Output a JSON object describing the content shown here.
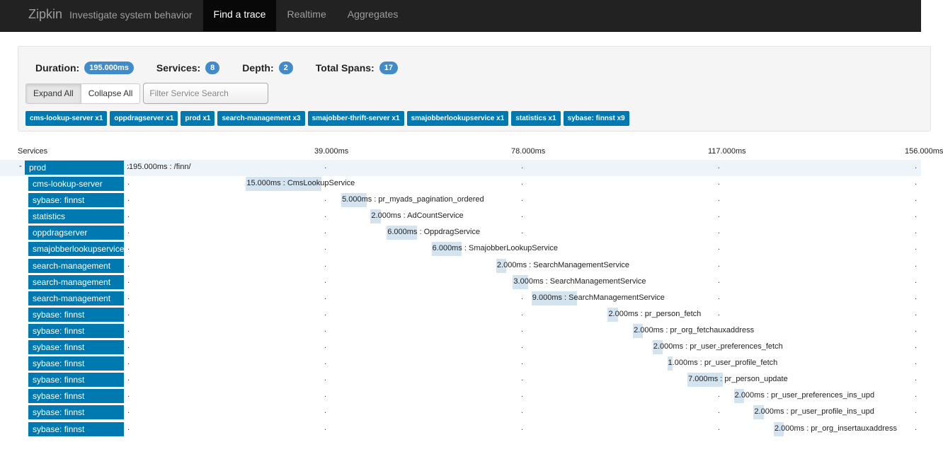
{
  "nav": {
    "brand": "Zipkin",
    "subtitle": "Investigate system behavior",
    "items": [
      "Find a trace",
      "Realtime",
      "Aggregates"
    ]
  },
  "summary": {
    "duration_label": "Duration:",
    "duration": "195.000ms",
    "services_label": "Services:",
    "services": "8",
    "depth_label": "Depth:",
    "depth": "2",
    "spans_label": "Total Spans:",
    "spans": "17",
    "expand_all": "Expand All",
    "collapse_all": "Collapse All",
    "filter_placeholder": "Filter Service Search",
    "tags": [
      "cms-lookup-server x1",
      "oppdragserver x1",
      "prod x1",
      "search-management x3",
      "smajobber-thrift-server x1",
      "smajobberlookupservice x1",
      "statistics x1",
      "sybase: finnst x9"
    ]
  },
  "timeline": {
    "services_header": "Services",
    "ticks": [
      "39.000ms",
      "78.000ms",
      "117.000ms",
      "156.000ms"
    ],
    "total_ms": 195,
    "root_toggle": "-",
    "spans": [
      {
        "service": "prod",
        "label": ":195.000ms : /finn/",
        "start": 0,
        "duration": 195
      },
      {
        "service": "cms-lookup-server",
        "label": "15.000ms : CmsLookupService",
        "start": 24.6,
        "duration": 15
      },
      {
        "service": "sybase: finnst",
        "label": "5.000ms : pr_myads_pagination_ordered",
        "start": 43.5,
        "duration": 5
      },
      {
        "service": "statistics",
        "label": "2.000ms : AdCountService",
        "start": 49.3,
        "duration": 2
      },
      {
        "service": "oppdragserver",
        "label": "6.000ms : OppdragService",
        "start": 52.5,
        "duration": 6
      },
      {
        "service": "smajobberlookupservice",
        "label": "6.000ms : SmajobberLookupService",
        "start": 61.4,
        "duration": 6
      },
      {
        "service": "search-management",
        "label": "2.000ms : SearchManagementService",
        "start": 74.2,
        "duration": 2
      },
      {
        "service": "search-management",
        "label": "3.000ms : SearchManagementService",
        "start": 77.5,
        "duration": 3
      },
      {
        "service": "search-management",
        "label": "9.000ms : SearchManagementService",
        "start": 81.2,
        "duration": 9
      },
      {
        "service": "sybase: finnst",
        "label": "2.000ms : pr_person_fetch",
        "start": 96.3,
        "duration": 2
      },
      {
        "service": "sybase: finnst",
        "label": "2.000ms : pr_org_fetchauxaddress",
        "start": 101.3,
        "duration": 2
      },
      {
        "service": "sybase: finnst",
        "label": "2.000ms : pr_user_preferences_fetch",
        "start": 105.2,
        "duration": 2
      },
      {
        "service": "sybase: finnst",
        "label": "1.000ms : pr_user_profile_fetch",
        "start": 108.1,
        "duration": 1
      },
      {
        "service": "sybase: finnst",
        "label": "7.000ms : pr_person_update",
        "start": 112.1,
        "duration": 7
      },
      {
        "service": "sybase: finnst",
        "label": "2.000ms : pr_user_preferences_ins_upd",
        "start": 121.3,
        "duration": 2
      },
      {
        "service": "sybase: finnst",
        "label": "2.000ms : pr_user_profile_ins_upd",
        "start": 125.2,
        "duration": 2
      },
      {
        "service": "sybase: finnst",
        "label": "2.000ms : pr_org_insertauxaddress",
        "start": 129.2,
        "duration": 2
      }
    ]
  }
}
